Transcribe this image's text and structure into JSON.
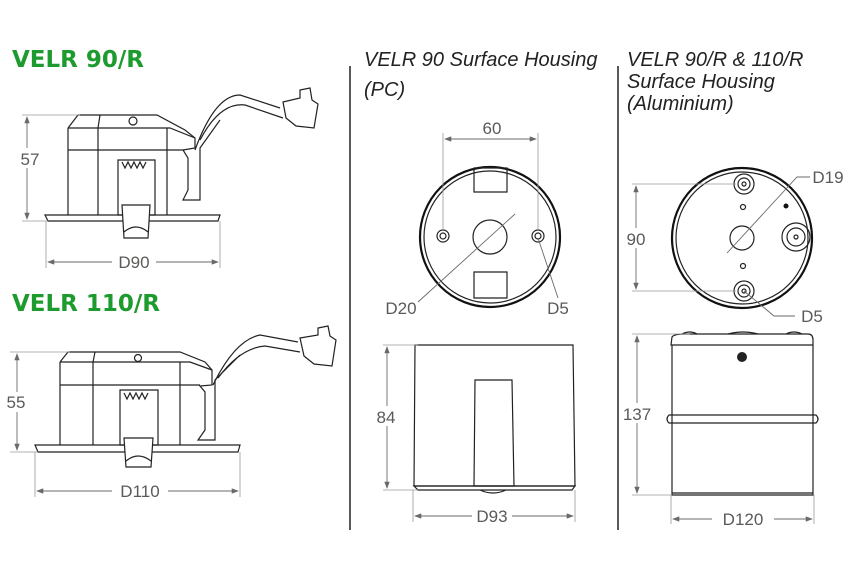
{
  "colors": {
    "title": "#1e9b2e",
    "dimension": "#5c5a58",
    "line": "#222222"
  },
  "left": {
    "model_a": {
      "title": "VELR 90/R",
      "height": "57",
      "diameter": "D90"
    },
    "model_b": {
      "title": "VELR 110/R",
      "height": "55",
      "diameter": "D110"
    }
  },
  "pc_housing": {
    "title_line1": "VELR 90 Surface Housing",
    "title_line2": "(PC)",
    "hole_spacing": "60",
    "center_hole": "D20",
    "mount_hole": "D5",
    "height": "84",
    "diameter": "D93"
  },
  "alu_housing": {
    "title_line1": "VELR 90/R & 110/R",
    "title_line2": "Surface Housing",
    "title_line3": "(Aluminium)",
    "hole_spacing": "90",
    "cable_hole": "D19",
    "mount_hole": "D5",
    "height": "137",
    "diameter": "D120"
  }
}
